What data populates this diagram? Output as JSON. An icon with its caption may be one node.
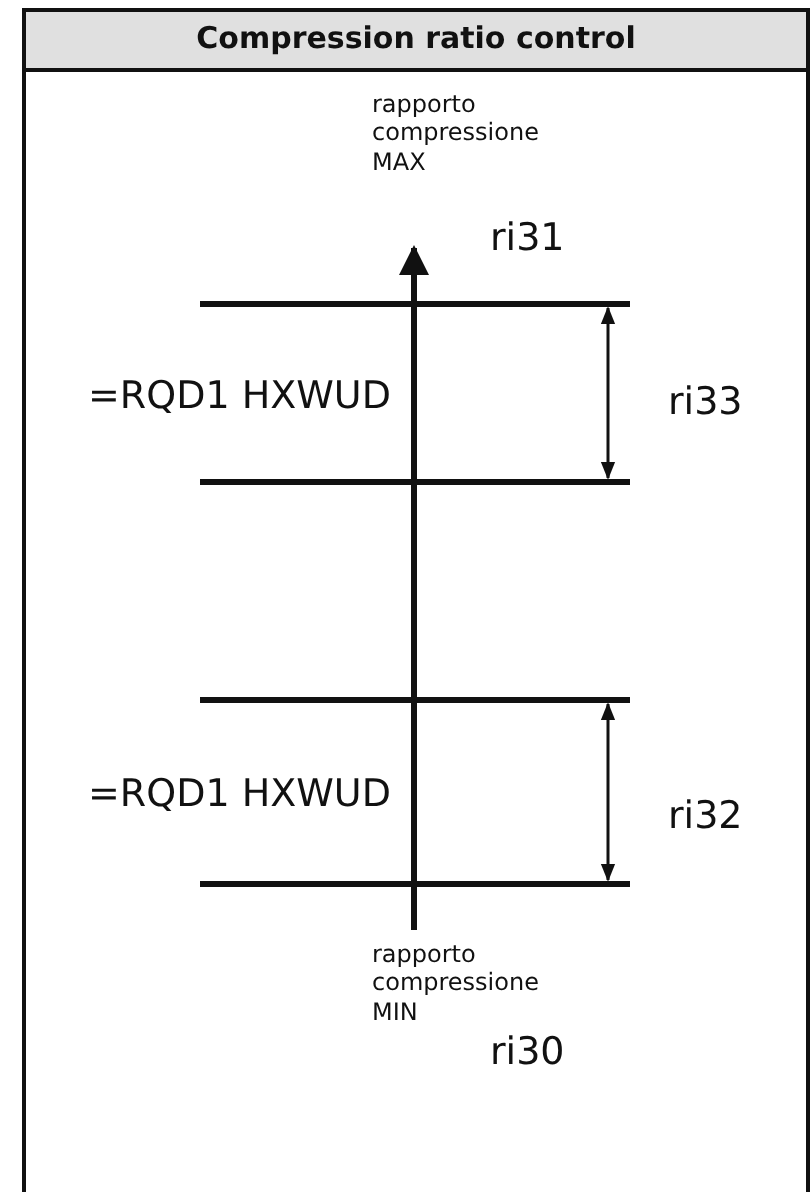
{
  "diagram": {
    "title": "Compression ratio control",
    "labels": [
      "rapporto compressione MAX",
      "ri31",
      "=RQD1 HXWUD",
      "ri33",
      "=RQD1 HXWUD",
      "ri32",
      "rapporto compressione MIN",
      "ri30"
    ]
  }
}
